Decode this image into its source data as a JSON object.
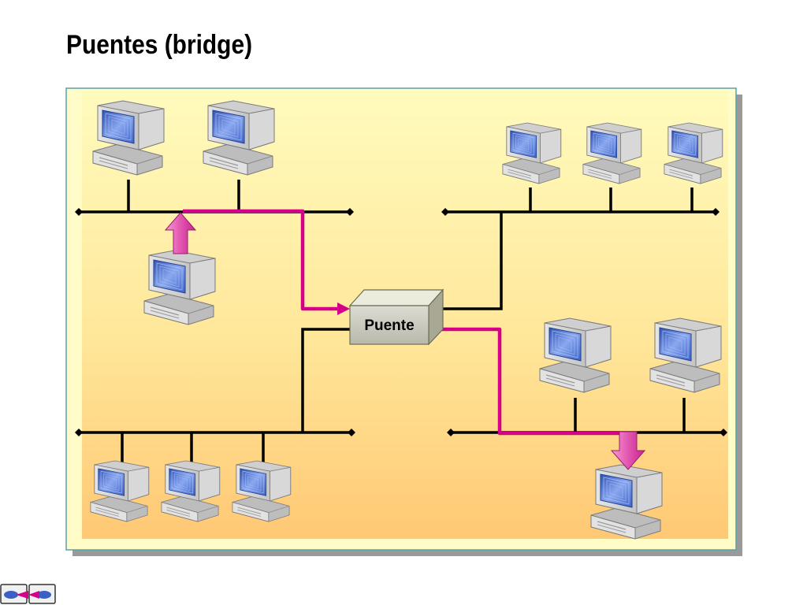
{
  "title": "Puentes (bridge)",
  "bridge_label": "Puente",
  "colors": {
    "path": "#d4008a",
    "arrow": "#e85fb8",
    "screen": "#5b7fd6",
    "frame_bg_top": "#fffab8",
    "frame_bg_bottom": "#ffc873"
  },
  "icons": [
    "computer-icon",
    "up-arrow-icon",
    "down-arrow-icon",
    "bridge-box",
    "nav-icon"
  ]
}
